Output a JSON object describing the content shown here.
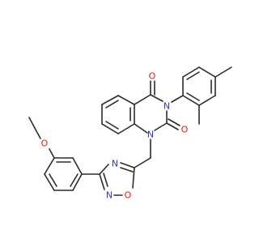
{
  "molecule": {
    "atom_labels": {
      "n1_quinaz": "N",
      "n3_quinaz": "N",
      "o_c4": "O",
      "o_c2": "O",
      "o_ether": "O",
      "n_oxa_a": "N",
      "n_oxa_b": "N",
      "o_oxa": "O"
    },
    "colors": {
      "bond": "#2b2b2b",
      "nitrogen": "#2a35d9",
      "oxygen": "#e8190f",
      "background": "#ffffff"
    }
  }
}
